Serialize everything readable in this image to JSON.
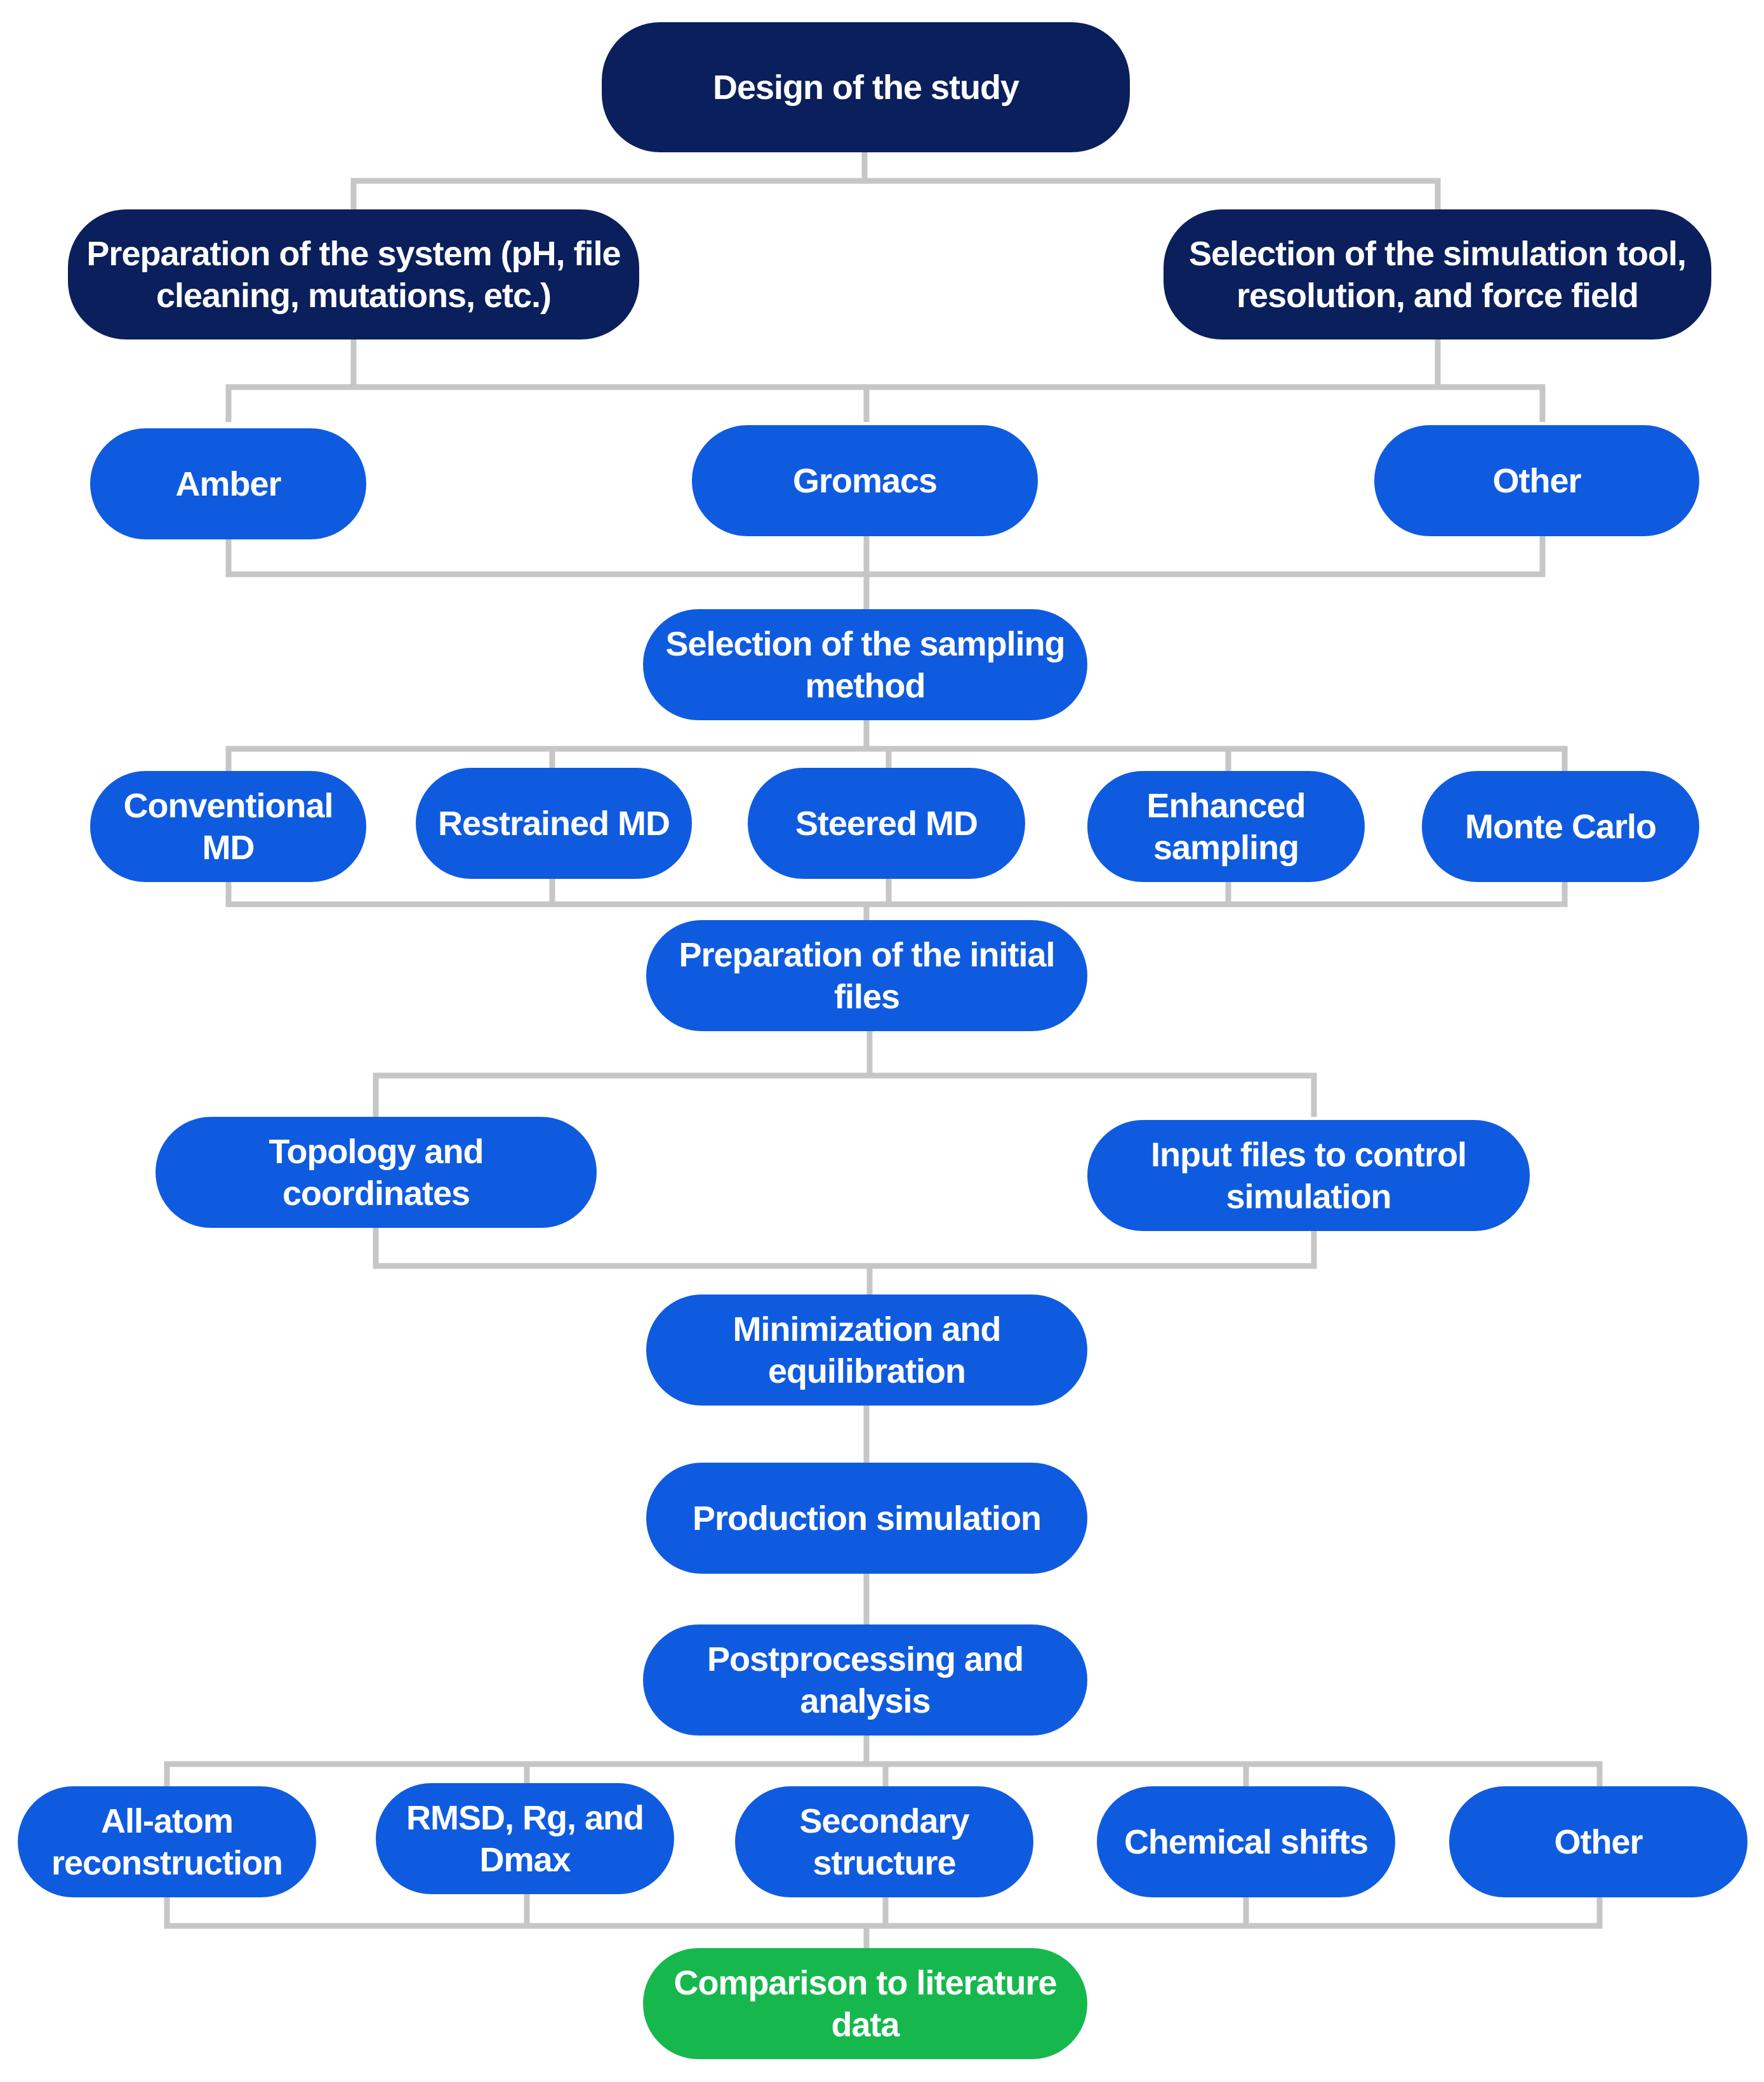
{
  "nodes": {
    "design": "Design of the study",
    "prep_system": "Preparation of the system (pH, file cleaning, mutations, etc.)",
    "selection_tool": "Selection of the simulation tool, resolution, and force field",
    "amber": "Amber",
    "gromacs": "Gromacs",
    "other_tool": "Other",
    "sampling_method": "Selection of the sampling method",
    "conventional_md": "Conventional MD",
    "restrained_md": "Restrained MD",
    "steered_md": "Steered  MD",
    "enhanced_sampling": "Enhanced sampling",
    "monte_carlo": "Monte Carlo",
    "initial_files": "Preparation of the initial files",
    "topology": "Topology and coordinates",
    "input_files": "Input files to control simulation",
    "minimization": "Minimization and equilibration",
    "production": "Production simulation",
    "postprocessing": "Postprocessing and analysis",
    "all_atom": "All-atom reconstruction",
    "rmsd": "RMSD, Rg, and Dmax",
    "secondary": "Secondary structure",
    "chemical_shifts": "Chemical shifts",
    "other_analysis": "Other",
    "comparison": "Comparison to literature data"
  },
  "colors": {
    "navy": "#0a1f5c",
    "blue": "#0f5be0",
    "green": "#16b84e",
    "connector": "#c6c6c6"
  }
}
